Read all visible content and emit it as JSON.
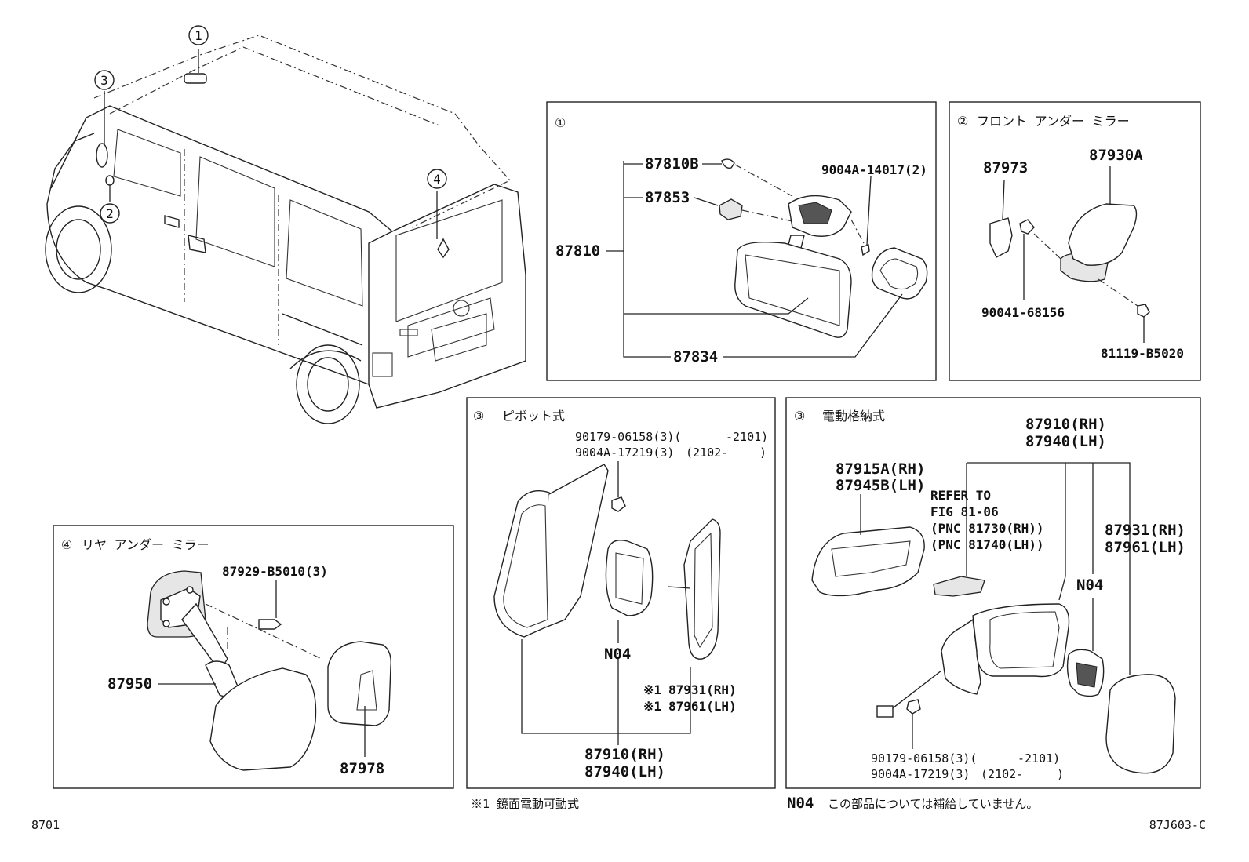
{
  "van": {
    "callouts": [
      "①",
      "②",
      "③",
      "④"
    ]
  },
  "panel1": {
    "marker": "①",
    "parts": {
      "p87810B": "87810B",
      "p87853": "87853",
      "p87810": "87810",
      "p9004A14017": "9004A-14017(2)",
      "p87834": "87834"
    }
  },
  "panel2": {
    "marker": "②",
    "title": "フロント アンダー ミラー",
    "parts": {
      "p87973": "87973",
      "p87930A": "87930A",
      "p90041": "90041-68156",
      "p81119": "81119-B5020"
    }
  },
  "panel3": {
    "marker": "③",
    "title": "ピボット式",
    "parts": {
      "p90179": "90179-06158(3)(",
      "p90179_date": "-2101)",
      "p9004A": "9004A-17219(3)",
      "p9004A_date": "(2102-",
      "p9004A_close": ")",
      "n04": "N04",
      "star1a": "※1",
      "p87931": "87931(RH)",
      "star1b": "※1",
      "p87961": "87961(LH)",
      "p87910": "87910(RH)",
      "p87940": "87940(LH)"
    }
  },
  "panel4": {
    "marker": "③",
    "title": "電動格納式",
    "parts": {
      "p87910": "87910(RH)",
      "p87940": "87940(LH)",
      "p87915A": "87915A(RH)",
      "p87945B": "87945B(LH)",
      "refer1": "REFER TO",
      "refer2": "FIG 81-06",
      "refer3": "(PNC 81730(RH))",
      "refer4": "(PNC 81740(LH))",
      "p87931": "87931(RH)",
      "p87961": "87961(LH)",
      "n04": "N04",
      "p90179": "90179-06158(3)(",
      "p90179_date": "-2101)",
      "p9004A": "9004A-17219(3)",
      "p9004A_date": "(2102-",
      "p9004A_close": ")"
    }
  },
  "panel5": {
    "marker": "④",
    "title": "リヤ アンダー ミラー",
    "parts": {
      "p87929": "87929-B5010(3)",
      "p87950": "87950",
      "p87978": "87978"
    }
  },
  "footer": {
    "note1": "※1 鏡面電動可動式",
    "n04_label": "N04",
    "n04_note": "この部品については補給していません。",
    "left_code": "8701",
    "right_code": "87J603-C"
  }
}
